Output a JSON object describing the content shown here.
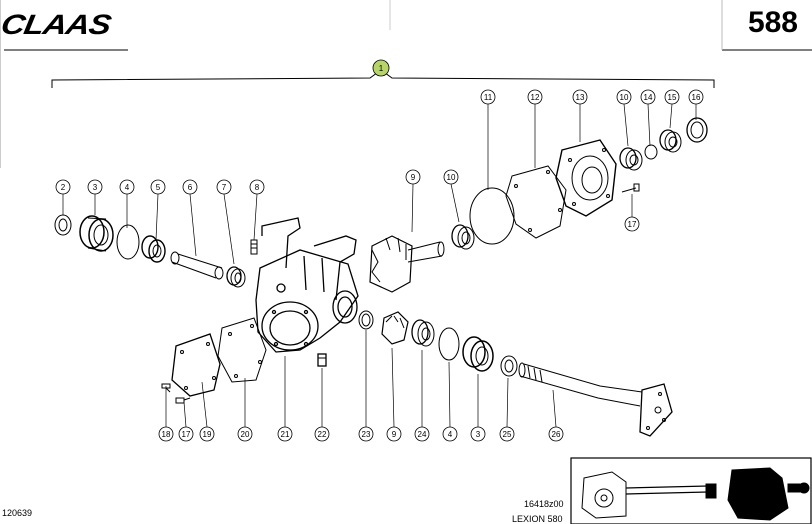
{
  "header": {
    "brand": "CLAAS",
    "page_number": "588"
  },
  "callouts": {
    "main": "1",
    "c2": "2",
    "c3a": "3",
    "c4a": "4",
    "c5": "5",
    "c6": "6",
    "c7": "7",
    "c8": "8",
    "c9a": "9",
    "c10a": "10",
    "c11": "11",
    "c12": "12",
    "c13": "13",
    "c10b": "10",
    "c14": "14",
    "c15": "15",
    "c16": "16",
    "c17a": "17",
    "c18": "18",
    "c17b": "17",
    "c19": "19",
    "c20": "20",
    "c21": "21",
    "c22": "22",
    "c23": "23",
    "c9b": "9",
    "c24": "24",
    "c4b": "4",
    "c3b": "3",
    "c25": "25",
    "c26": "26"
  },
  "footer": {
    "doc_id": "120639",
    "drawing_ref": "16418z00",
    "model": "LEXION 580"
  },
  "colors": {
    "accent_badge": "#b7d46a"
  }
}
